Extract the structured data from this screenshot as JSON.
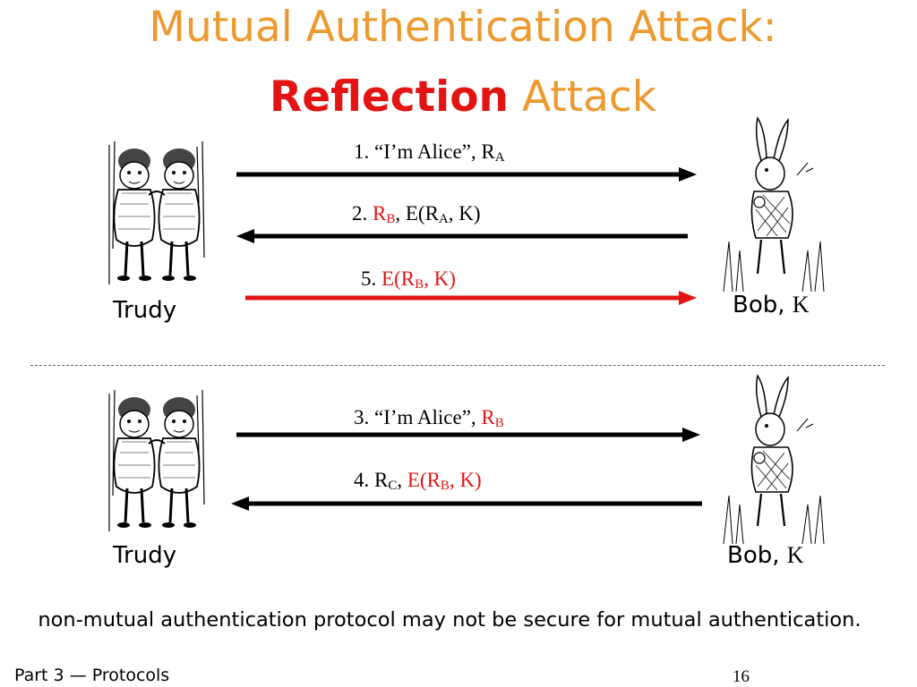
{
  "title": {
    "line1": "Mutual Authentication Attack:",
    "line2_bold": "Reflection",
    "line2_rest": "Attack"
  },
  "top_diagram": {
    "left_label": "Trudy",
    "right_label_name": "Bob,",
    "right_label_key": "K",
    "messages": [
      {
        "num": "1.",
        "parts": [
          "“I’m Alice”, R",
          "A"
        ]
      },
      {
        "num": "2.",
        "red_r": "R",
        "red_sub": "B",
        "rest": ", E(R",
        "sub2": "A",
        "rest2": ", K)"
      },
      {
        "num": "5.",
        "t1": "E(R",
        "sub": "B",
        "t2": ", K)"
      }
    ]
  },
  "bottom_diagram": {
    "left_label": "Trudy",
    "right_label_name": "Bob,",
    "right_label_key": "K",
    "messages": [
      {
        "num": "3.",
        "t1": "“I’m Alice”,",
        "red_r": "R",
        "red_sub": "B"
      },
      {
        "num": "4.",
        "r": "R",
        "rsub": "C",
        "sep": ",",
        "t1": "E(R",
        "sub": "B",
        "t2": ", K)"
      }
    ]
  },
  "bottom_text": "non-mutual authentication protocol may not be secure for mutual authentication.",
  "footer": {
    "left_part": "Part 3",
    "left_dash": "—",
    "left_rest": "Protocols",
    "page": "16"
  },
  "colors": {
    "title": "#ec9a2f",
    "accent_red": "#e31414"
  }
}
